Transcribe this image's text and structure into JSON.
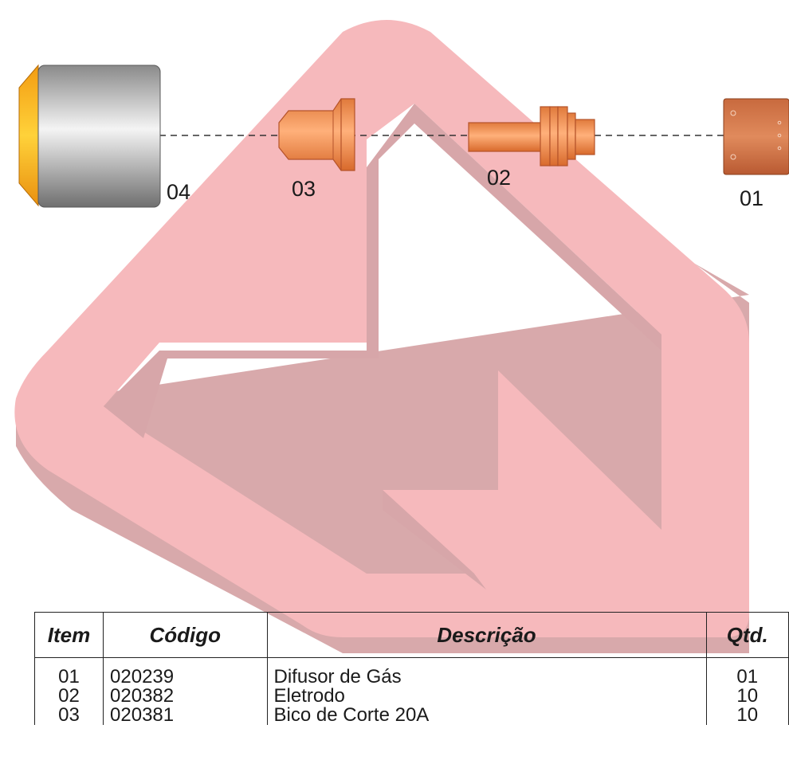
{
  "diagram": {
    "labels": {
      "part_04": "04",
      "part_03": "03",
      "part_02": "02",
      "part_01": "01"
    }
  },
  "table": {
    "headers": {
      "item": "Item",
      "code": "Código",
      "description": "Descrição",
      "qty": "Qtd."
    },
    "rows": [
      {
        "item": "01",
        "code": "020239",
        "description": "Difusor de Gás",
        "qty": "01"
      },
      {
        "item": "02",
        "code": "020382",
        "description": "Eletrodo",
        "qty": "10"
      },
      {
        "item": "03",
        "code": "020381",
        "description": "Bico de Corte 20A",
        "qty": "10"
      }
    ]
  },
  "colors": {
    "watermark": "#f4b0b4",
    "watermark_shadow": "#d9a3a6",
    "copper": "#ef8a4e",
    "copper_dark": "#b5532a",
    "steel_light": "#f2f2f2",
    "steel_dark": "#7a7a7a",
    "gold": "#f7a81b"
  }
}
